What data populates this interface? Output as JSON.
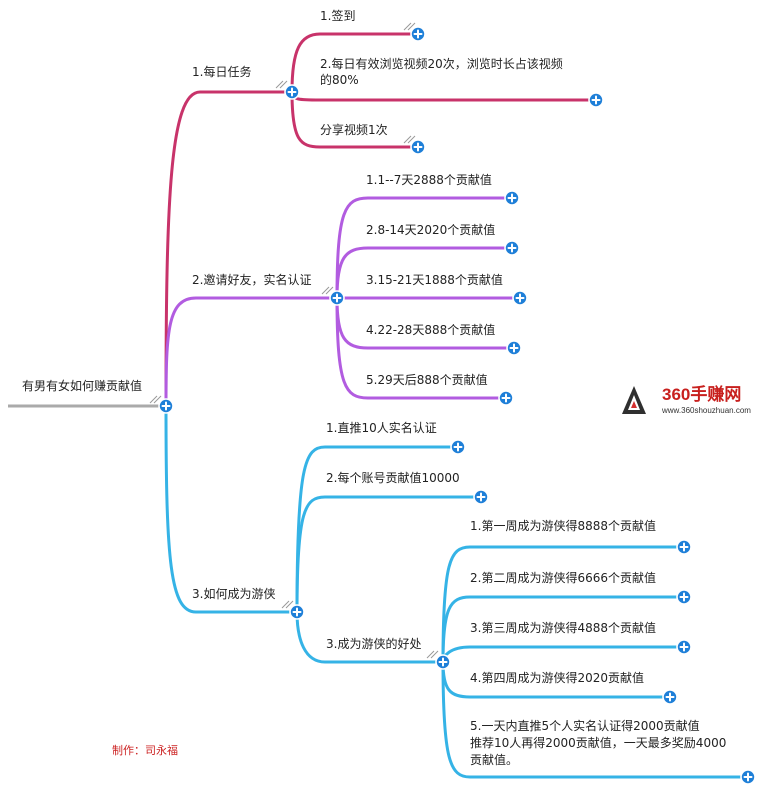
{
  "root": {
    "label": "有男有女如何赚贡献值"
  },
  "branch1": {
    "label": "1.每日任务",
    "color": "#c8336a",
    "children": [
      "1.签到",
      "2.每日有效浏览视频20次，浏览时长占该视频",
      "的80%",
      "分享视频1次"
    ]
  },
  "branch2": {
    "label": "2.邀请好友，实名认证",
    "color": "#b25ce0",
    "children": [
      "1.1--7天2888个贡献值",
      "2.8-14天2020个贡献值",
      "3.15-21天1888个贡献值",
      "4.22-28天888个贡献值",
      "5.29天后888个贡献值"
    ]
  },
  "branch3": {
    "label": "3.如何成为游侠",
    "color": "#35b3e6",
    "children": [
      "1.直推10人实名认证",
      "2.每个账号贡献值10000",
      "3.成为游侠的好处"
    ],
    "benefits": [
      "1.第一周成为游侠得8888个贡献值",
      "2.第二周成为游侠得6666个贡献值",
      "3.第三周成为游侠得4888个贡献值",
      "4.第四周成为游侠得2020贡献值",
      "5.一天内直推5个人实名认证得2000贡献值",
      "推荐10人再得2000贡献值，一天最多奖励4000",
      "贡献值。"
    ]
  },
  "credit": "制作：司永福",
  "logo": {
    "text": "360手赚网",
    "url": "www.360shouzhuan.com"
  },
  "colors": {
    "root_line": "#aaaaaa",
    "plus": "#1e7fd8"
  }
}
